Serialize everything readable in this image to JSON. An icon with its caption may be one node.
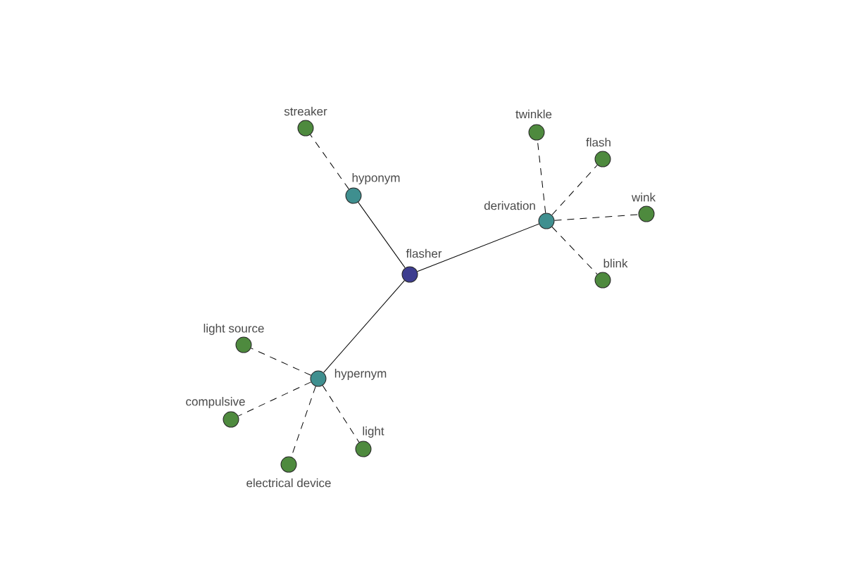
{
  "diagram": {
    "nodes": [
      {
        "text": [
          "flasher"
        ]
      },
      {
        "text": [
          "hyponym"
        ]
      },
      {
        "text": [
          "streaker"
        ]
      },
      {
        "text": [
          "derivation"
        ]
      },
      {
        "text": [
          "twinkle"
        ]
      },
      {
        "text": [
          "flash"
        ]
      },
      {
        "text": [
          "wink"
        ]
      },
      {
        "text": [
          "blink"
        ]
      },
      {
        "text": [
          "hypernym"
        ]
      },
      {
        "text": [
          "light source"
        ]
      },
      {
        "text": [
          "compulsive"
        ]
      },
      {
        "text": [
          "electrical device"
        ]
      },
      {
        "text": [
          "light"
        ]
      }
    ],
    "edges": [
      {
        "from": 0,
        "to": 1,
        "arrow": "none"
      },
      {
        "from": 0,
        "to": 3,
        "arrow": "none"
      },
      {
        "from": 0,
        "to": 8,
        "arrow": "none"
      },
      {
        "from": 1,
        "to": 2,
        "arrow": "none",
        "style": "dashed"
      },
      {
        "from": 3,
        "to": 4,
        "arrow": "none",
        "style": "dashed"
      },
      {
        "from": 3,
        "to": 5,
        "arrow": "none",
        "style": "dashed"
      },
      {
        "from": 3,
        "to": 6,
        "arrow": "none",
        "style": "dashed"
      },
      {
        "from": 3,
        "to": 7,
        "arrow": "none",
        "style": "dashed"
      },
      {
        "from": 8,
        "to": 9,
        "arrow": "none",
        "style": "dashed"
      },
      {
        "from": 8,
        "to": 10,
        "arrow": "none",
        "style": "dashed"
      },
      {
        "from": 8,
        "to": 11,
        "arrow": "none",
        "style": "dashed"
      },
      {
        "from": 8,
        "to": 12,
        "arrow": "none",
        "style": "dashed"
      }
    ]
  }
}
